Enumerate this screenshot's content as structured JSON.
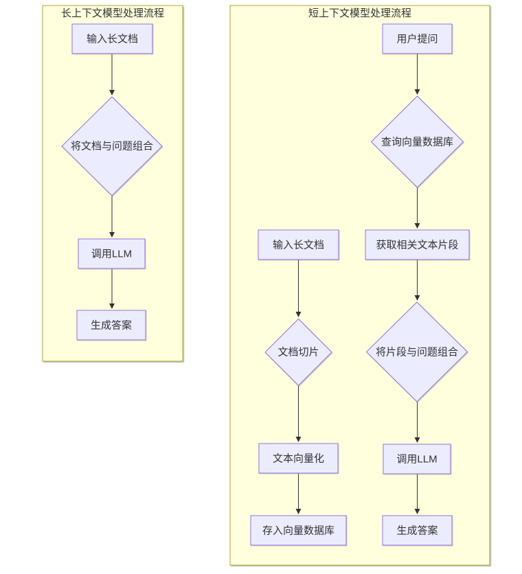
{
  "diagram_type": "flowchart",
  "colors": {
    "background": "#FFFFFF",
    "cluster_fill": "#FFFFDE",
    "cluster_border": "#AAAA33",
    "node_fill": "#ECECFF",
    "node_border": "#9370DB",
    "edge": "#333333",
    "text": "#333333"
  },
  "left_flowchart": {
    "title": "长上下文模型处理流程",
    "nodes": {
      "input_doc": {
        "label": "输入长文档",
        "shape": "rect"
      },
      "combine_doc_question": {
        "label": "将文档与问题组合",
        "shape": "diamond"
      },
      "call_llm": {
        "label": "调用LLM",
        "shape": "rect"
      },
      "generate_answer": {
        "label": "生成答案",
        "shape": "rect"
      }
    },
    "edges": [
      {
        "from": "input_doc",
        "to": "combine_doc_question"
      },
      {
        "from": "combine_doc_question",
        "to": "call_llm"
      },
      {
        "from": "call_llm",
        "to": "generate_answer"
      }
    ]
  },
  "right_flowchart": {
    "title": "短上下文模型处理流程",
    "nodes": {
      "user_question": {
        "label": "用户提问",
        "shape": "rect"
      },
      "query_vector_db": {
        "label": "查询向量数据库",
        "shape": "diamond"
      },
      "get_text_fragments": {
        "label": "获取相关文本片段",
        "shape": "rect"
      },
      "combine_fragments_question": {
        "label": "将片段与问题组合",
        "shape": "diamond"
      },
      "call_llm": {
        "label": "调用LLM",
        "shape": "rect"
      },
      "generate_answer": {
        "label": "生成答案",
        "shape": "rect"
      },
      "input_long_doc": {
        "label": "输入长文档",
        "shape": "rect"
      },
      "slice_doc": {
        "label": "文档切片",
        "shape": "diamond"
      },
      "vectorize_text": {
        "label": "文本向量化",
        "shape": "rect"
      },
      "store_vector_db": {
        "label": "存入向量数据库",
        "shape": "rect"
      }
    },
    "edges": [
      {
        "from": "user_question",
        "to": "query_vector_db"
      },
      {
        "from": "query_vector_db",
        "to": "get_text_fragments"
      },
      {
        "from": "get_text_fragments",
        "to": "combine_fragments_question"
      },
      {
        "from": "combine_fragments_question",
        "to": "call_llm"
      },
      {
        "from": "call_llm",
        "to": "generate_answer"
      },
      {
        "from": "input_long_doc",
        "to": "slice_doc"
      },
      {
        "from": "slice_doc",
        "to": "vectorize_text"
      },
      {
        "from": "vectorize_text",
        "to": "store_vector_db"
      }
    ]
  }
}
